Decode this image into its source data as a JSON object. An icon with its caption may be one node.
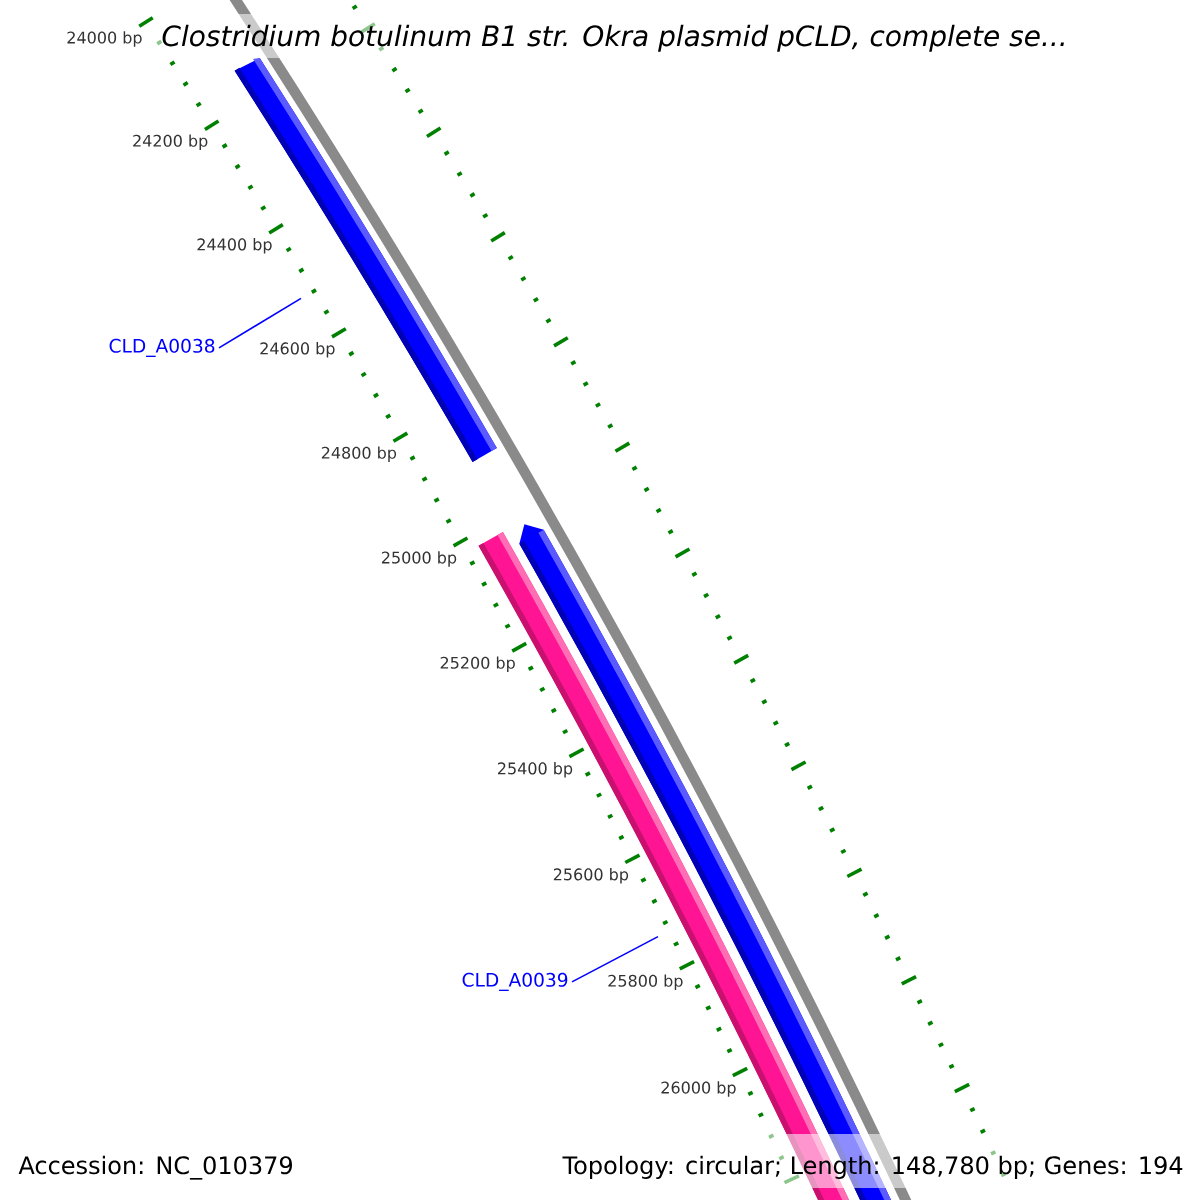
{
  "diagram": {
    "title": "Clostridium botulinum B1 str. Okra plasmid pCLD, complete se...",
    "nodes": [
      {
        "text": [],
        "shape": "bar"
      },
      {
        "text": [
          "CLD_A0038"
        ]
      },
      {
        "text": [],
        "shape": "bar"
      },
      {
        "text": [],
        "shape": "bar"
      },
      {
        "text": [
          "CLD_A0039"
        ]
      }
    ],
    "edges": [
      {
        "from": 1,
        "to": 0,
        "arrow": "none"
      },
      {
        "from": 4,
        "to": 3,
        "arrow": "none"
      }
    ],
    "labels": [
      "24000 bp",
      "24200 bp",
      "24400 bp",
      "24600 bp",
      "24800 bp",
      "25000 bp",
      "25200 bp",
      "25400 bp",
      "25600 bp",
      "25800 bp",
      "26000 bp",
      "Accession: NC_010379",
      "Topology: circular; Length: 148,780 bp; Genes: 194"
    ]
  }
}
